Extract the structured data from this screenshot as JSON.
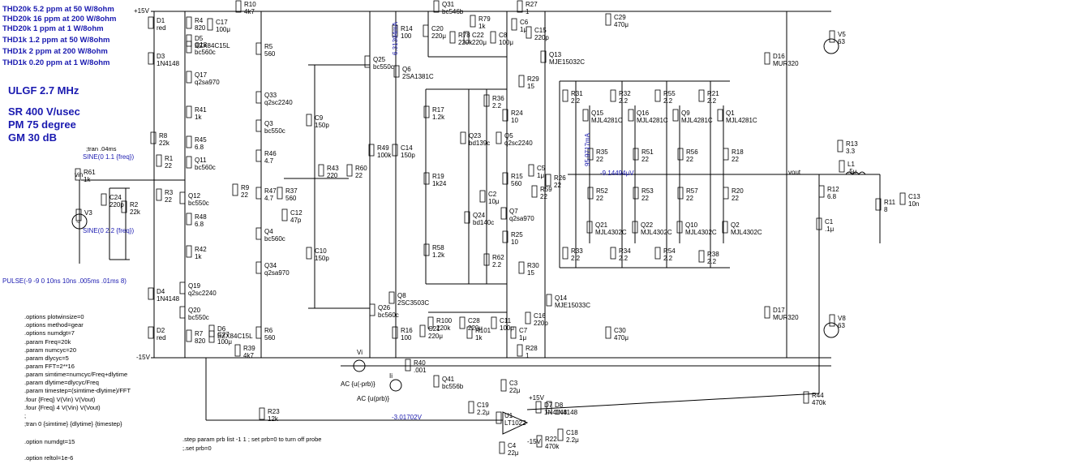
{
  "spec_notes": [
    "THD20k 5.2 ppm at 50 W/8ohm",
    "THD20k 16 ppm at 200 W/8ohm",
    "THD20k 1 ppm at 1 W/8ohm",
    "THD1k 1.2 ppm at 50 W/8ohm",
    "THD1k 2 ppm at 200 W/8ohm",
    "THD1k 0.20 ppm at 1 W/8ohm"
  ],
  "ulgf": "ULGF 2.7 MHz",
  "sr": "SR 400 V/usec",
  "pm": "PM  75 degree",
  "gm": "GM  30 dB",
  "rail_pos": "+15V",
  "rail_neg": "-15V",
  "tran_directive": ";tran .04ms",
  "sine_src1": "SINE(0 1.1 {freq})",
  "sine_src2": "SINE(0 2.2 {freq})",
  "pulse": "PULSE(-9 -9 0 10ns 10ns .005ms .01ms 8)",
  "vin_label": "vin",
  "vout_label": "vout",
  "options": [
    ".options plotwinsize=0",
    ".options method=gear",
    ".options numdgt=7",
    ".param Freq=20k",
    ".param numcyc=20",
    ".param dlycyc=5",
    ".param FFT=2**16",
    ".param simtime=numcyc/Freq+dlytime",
    ".param dlytime=dlycyc/Freq",
    ".param timestep=(simtime-dlytime)/FFT",
    ".four {Freq} V(Vin) V(Vout)",
    ".four {Freq} 4 V(Vin) V(Vout)",
    ";",
    ";tran 0 {simtime} {dlytime} {timestep}",
    "",
    ".option numdgt=15",
    "",
    ".option reltol=1e-6"
  ],
  "step_directive": ".step param prb list -1 1 ; set prb=0 to turn off probe",
  "set_prb": ";.set prb=0",
  "probe_ac1": "AC {u(-prb)}",
  "probe_ac2": "AC {u(prb)}",
  "probe_vi": "Vi",
  "probe_ii": "Ii",
  "readouts": {
    "r1": "6.31394mA",
    "r2": "95.9717mA",
    "r3": "-9.14494μV",
    "r4": "-3.01702V"
  },
  "components": [
    {
      "n": "D1",
      "v": "red"
    },
    {
      "n": "D2",
      "v": "red"
    },
    {
      "n": "R4",
      "v": "820"
    },
    {
      "n": "C17",
      "v": "100μ"
    },
    {
      "n": "D5",
      "v": "BZX84C15L"
    },
    {
      "n": "R10",
      "v": "4k7"
    },
    {
      "n": "Q18",
      "v": "bc560c"
    },
    {
      "n": "D3",
      "v": "1N4148"
    },
    {
      "n": "Q17",
      "v": "q2sa970"
    },
    {
      "n": "Q33",
      "v": "q2sc2240"
    },
    {
      "n": "R41",
      "v": "1k"
    },
    {
      "n": "Q3",
      "v": "bc550c"
    },
    {
      "n": "R45",
      "v": "6.8"
    },
    {
      "n": "R8",
      "v": "22k"
    },
    {
      "n": "R1",
      "v": "22"
    },
    {
      "n": "Q11",
      "v": "bc560c"
    },
    {
      "n": "R46",
      "v": "4.7"
    },
    {
      "n": "R61",
      "v": "1k"
    },
    {
      "n": "R3",
      "v": "22"
    },
    {
      "n": "Q12",
      "v": "bc550c"
    },
    {
      "n": "R9",
      "v": "22"
    },
    {
      "n": "R47",
      "v": "4.7"
    },
    {
      "n": "R37",
      "v": "560"
    },
    {
      "n": "C24",
      "v": "220p"
    },
    {
      "n": "R2",
      "v": "22k"
    },
    {
      "n": "V3",
      "v": ""
    },
    {
      "n": "R48",
      "v": "6.8"
    },
    {
      "n": "C12",
      "v": "47p"
    },
    {
      "n": "Q4",
      "v": "bc560c"
    },
    {
      "n": "R42",
      "v": "1k"
    },
    {
      "n": "Q34",
      "v": "q2sa970"
    },
    {
      "n": "D4",
      "v": "1N4148"
    },
    {
      "n": "Q19",
      "v": "q2sc2240"
    },
    {
      "n": "Q20",
      "v": "bc550c"
    },
    {
      "n": "R7",
      "v": "820"
    },
    {
      "n": "C27",
      "v": "100μ"
    },
    {
      "n": "D6",
      "v": "BZX84C15L"
    },
    {
      "n": "R39",
      "v": "4k7"
    },
    {
      "n": "R5",
      "v": "560"
    },
    {
      "n": "R6",
      "v": "560"
    },
    {
      "n": "C9",
      "v": "150p"
    },
    {
      "n": "C10",
      "v": "150p"
    },
    {
      "n": "R43",
      "v": "220"
    },
    {
      "n": "R60",
      "v": "22"
    },
    {
      "n": "Q25",
      "v": "bc550c"
    },
    {
      "n": "R49",
      "v": "100k"
    },
    {
      "n": "C14",
      "v": "150p"
    },
    {
      "n": "Q26",
      "v": "bc560c"
    },
    {
      "n": "Q6",
      "v": "2SA1381C"
    },
    {
      "n": "Q8",
      "v": "2SC3503C"
    },
    {
      "n": "R14",
      "v": "100"
    },
    {
      "n": "R16",
      "v": "100"
    },
    {
      "n": "Q31",
      "v": "bc546b"
    },
    {
      "n": "R79",
      "v": "1k"
    },
    {
      "n": "C20",
      "v": "220μ"
    },
    {
      "n": "R78",
      "v": "220k"
    },
    {
      "n": "C22",
      "v": "220μ"
    },
    {
      "n": "C8",
      "v": "100μ"
    },
    {
      "n": "R17",
      "v": "1.2k"
    },
    {
      "n": "R19",
      "v": "1k24"
    },
    {
      "n": "R58",
      "v": "1.2k"
    },
    {
      "n": "Q23",
      "v": "bd139c"
    },
    {
      "n": "Q24",
      "v": "bd140c"
    },
    {
      "n": "R36",
      "v": "2.2"
    },
    {
      "n": "R62",
      "v": "2.2"
    },
    {
      "n": "Q5",
      "v": "q2sc2240"
    },
    {
      "n": "Q7",
      "v": "q2sa970"
    },
    {
      "n": "R24",
      "v": "10"
    },
    {
      "n": "R25",
      "v": "10"
    },
    {
      "n": "R15",
      "v": "560"
    },
    {
      "n": "C2",
      "v": "10μ"
    },
    {
      "n": "C6",
      "v": "1μ"
    },
    {
      "n": "C7",
      "v": "1μ"
    },
    {
      "n": "R27",
      "v": "1"
    },
    {
      "n": "R28",
      "v": "1"
    },
    {
      "n": "C15",
      "v": "220p"
    },
    {
      "n": "C16",
      "v": "220p"
    },
    {
      "n": "Q13",
      "v": "MJE15032C"
    },
    {
      "n": "Q14",
      "v": "MJE15033C"
    },
    {
      "n": "R29",
      "v": "15"
    },
    {
      "n": "R30",
      "v": "15"
    },
    {
      "n": "C5",
      "v": "1μ"
    },
    {
      "n": "R26",
      "v": "22"
    },
    {
      "n": "R59",
      "v": "22"
    },
    {
      "n": "C29",
      "v": "470μ"
    },
    {
      "n": "C30",
      "v": "470μ"
    },
    {
      "n": "R31",
      "v": "2.2"
    },
    {
      "n": "R32",
      "v": "2.2"
    },
    {
      "n": "R55",
      "v": "2.2"
    },
    {
      "n": "R21",
      "v": "2.2"
    },
    {
      "n": "Q15",
      "v": "MJL4281C"
    },
    {
      "n": "Q16",
      "v": "MJL4281C"
    },
    {
      "n": "Q9",
      "v": "MJL4281C"
    },
    {
      "n": "Q1",
      "v": "MJL4281C"
    },
    {
      "n": "R35",
      "v": "22"
    },
    {
      "n": "R51",
      "v": "22"
    },
    {
      "n": "R56",
      "v": "22"
    },
    {
      "n": "R18",
      "v": "22"
    },
    {
      "n": "R52",
      "v": "22"
    },
    {
      "n": "R53",
      "v": "22"
    },
    {
      "n": "R57",
      "v": "22"
    },
    {
      "n": "R20",
      "v": "22"
    },
    {
      "n": "Q21",
      "v": "MJL4302C"
    },
    {
      "n": "Q22",
      "v": "MJL4302C"
    },
    {
      "n": "Q10",
      "v": "MJL4302C"
    },
    {
      "n": "Q2",
      "v": "MJL4302C"
    },
    {
      "n": "R33",
      "v": "2.2"
    },
    {
      "n": "R34",
      "v": "2.2"
    },
    {
      "n": "R54",
      "v": "2.2"
    },
    {
      "n": "R38",
      "v": "2.2"
    },
    {
      "n": "D16",
      "v": "MUR320"
    },
    {
      "n": "D17",
      "v": "MUR320"
    },
    {
      "n": "V5",
      "v": "63"
    },
    {
      "n": "V8",
      "v": "63"
    },
    {
      "n": "R13",
      "v": "3.3"
    },
    {
      "n": "L1",
      "v": ".5μ"
    },
    {
      "n": "R12",
      "v": "6.8"
    },
    {
      "n": "C1",
      "v": ".1μ"
    },
    {
      "n": "R11",
      "v": "8"
    },
    {
      "n": "C13",
      "v": "10n"
    },
    {
      "n": "R44",
      "v": "470k"
    },
    {
      "n": "R40",
      "v": ".001"
    },
    {
      "n": "R100",
      "v": "220k"
    },
    {
      "n": "C21",
      "v": "220μ"
    },
    {
      "n": "C28",
      "v": "220μ"
    },
    {
      "n": "R101",
      "v": "1k"
    },
    {
      "n": "C11",
      "v": "100μ"
    },
    {
      "n": "Q41",
      "v": "bc556b"
    },
    {
      "n": "R23",
      "v": "12k"
    },
    {
      "n": "C19",
      "v": "2.2μ"
    },
    {
      "n": "U1",
      "v": "LT1022"
    },
    {
      "n": "C3",
      "v": "22μ"
    },
    {
      "n": "C4",
      "v": "22μ"
    },
    {
      "n": "D7",
      "v": "1N4148"
    },
    {
      "n": "D8",
      "v": "1N4148"
    },
    {
      "n": "R22",
      "v": "470k"
    },
    {
      "n": "C18",
      "v": "2.2μ"
    }
  ],
  "u1_supply_pos": "+15V",
  "u1_supply_neg": "-15V"
}
